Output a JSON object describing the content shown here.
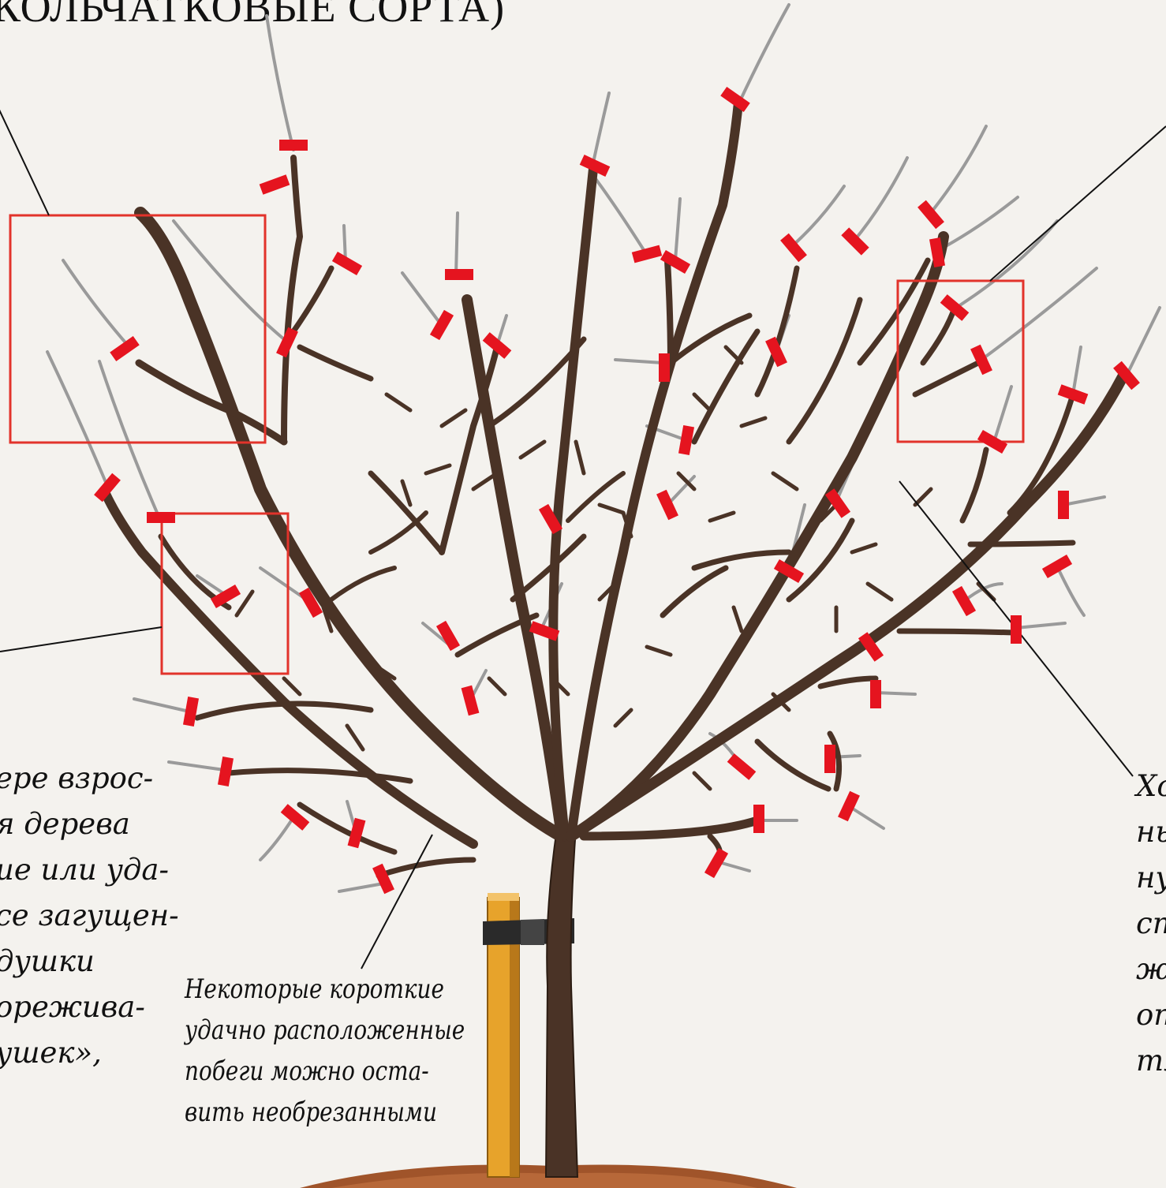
{
  "title": "КОЛЬЧАТКОВЫЕ СОРТА)",
  "captions": {
    "left": [
      "ере взрос-",
      "я дерева",
      "ие или уда-",
      "се загущен-",
      "душки",
      "орежива-",
      "ушек»,"
    ],
    "center": [
      "Некоторые короткие",
      "удачно расположенные",
      "побеги можно оста-",
      "вить необрезанными"
    ],
    "right": [
      "Хо",
      "ны",
      "ну",
      "ст",
      "же",
      "от",
      "тя"
    ]
  },
  "colors": {
    "branch": "#4a3326",
    "cut_mark": "#e5141f",
    "highlight_box": "#e2332b",
    "removed_shoot": "#9a9a9a",
    "stake": "#e7a32b",
    "soil": "#a0542a"
  }
}
